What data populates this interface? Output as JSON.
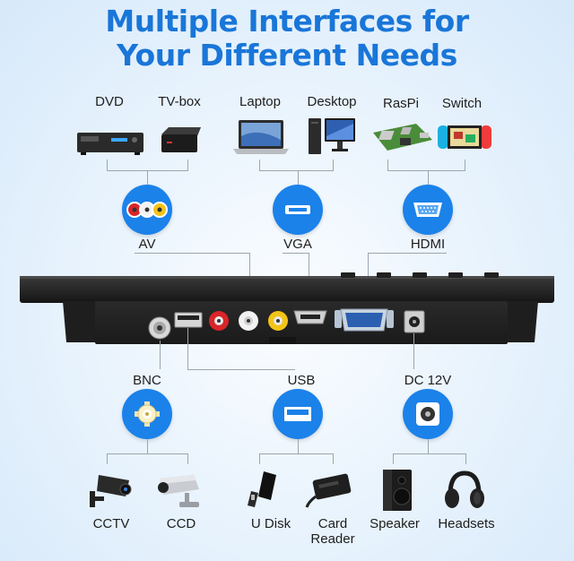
{
  "title": {
    "line1": "Multiple Interfaces for",
    "line2": "Your Different Needs"
  },
  "top_devices": [
    {
      "label": "DVD"
    },
    {
      "label": "TV-box"
    },
    {
      "label": "Laptop"
    },
    {
      "label": "Desktop"
    },
    {
      "label": "RasPi"
    },
    {
      "label": "Switch"
    }
  ],
  "top_ports": [
    {
      "label": "AV",
      "icon": "av-rca-icon"
    },
    {
      "label": "VGA",
      "icon": "vga-icon"
    },
    {
      "label": "HDMI",
      "icon": "hdmi-icon"
    }
  ],
  "bottom_ports": [
    {
      "label": "BNC",
      "icon": "bnc-icon"
    },
    {
      "label": "USB",
      "icon": "usb-icon"
    },
    {
      "label": "DC 12V",
      "icon": "dc-jack-icon"
    }
  ],
  "bottom_devices": [
    {
      "label": "CCTV"
    },
    {
      "label": "CCD"
    },
    {
      "label": "U Disk"
    },
    {
      "label": "Card\nReader"
    },
    {
      "label": "Speaker"
    },
    {
      "label": "Headsets"
    }
  ],
  "colors": {
    "accent": "#1b82ea",
    "title": "#1976d8",
    "rca_red": "#d9252a",
    "rca_white": "#f2f2f2",
    "rca_yellow": "#f3c316"
  }
}
